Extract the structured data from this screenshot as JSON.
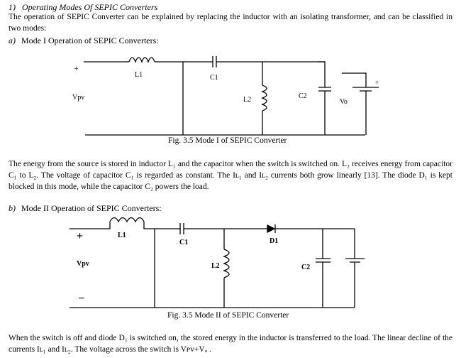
{
  "section": {
    "number": "1)",
    "title": "Operating Modes Of SEPIC Converters",
    "intro": "The operation of SEPIC Converter can be explained by replacing the inductor with an isolating transformer, and can be classified in two modes:"
  },
  "mode1": {
    "marker": "a)",
    "heading": "Mode I Operation of SEPIC Converters:",
    "caption": "Fig. 3.5 Mode I of SEPIC Converter",
    "labels": {
      "plus": "+",
      "l1": "L1",
      "c1": "C1",
      "vpv": "Vpv",
      "l2": "L2",
      "c2": "C2",
      "vo": "Vo"
    },
    "paragraph": "The energy from the source is stored in inductor L₁ and the capacitor when the switch is switched on. L₂ receives energy from capacitor C₁ to L₂. The voltage of capacitor C₁ is regarded as constant. The Iʟ₁ and Iʟ₂ currents both grow linearly [13]. The diode D₁ is kept blocked in this mode, while the capacitor C₂ powers the load."
  },
  "mode2": {
    "marker": "b)",
    "heading": "Mode II Operation of SEPIC Converters:",
    "caption": "Fig. 3.5 Mode II of SEPIC Converter",
    "labels": {
      "plus": "+",
      "minus": "−",
      "l1": "L1",
      "c1": "C1",
      "d1": "D1",
      "vpv": "Vpv",
      "l2": "L2",
      "c2": "C2"
    },
    "paragraph": "When the switch is off and diode D₁ is switched on, the stored energy in the inductor is transferred to the load. The linear decline of the currents Iʟ₁ and Iʟ₂. The voltage across the switch is Vᴘᴠ+Vₒ ."
  },
  "colors": {
    "ink": "#000000",
    "paper": "#ffffff"
  }
}
